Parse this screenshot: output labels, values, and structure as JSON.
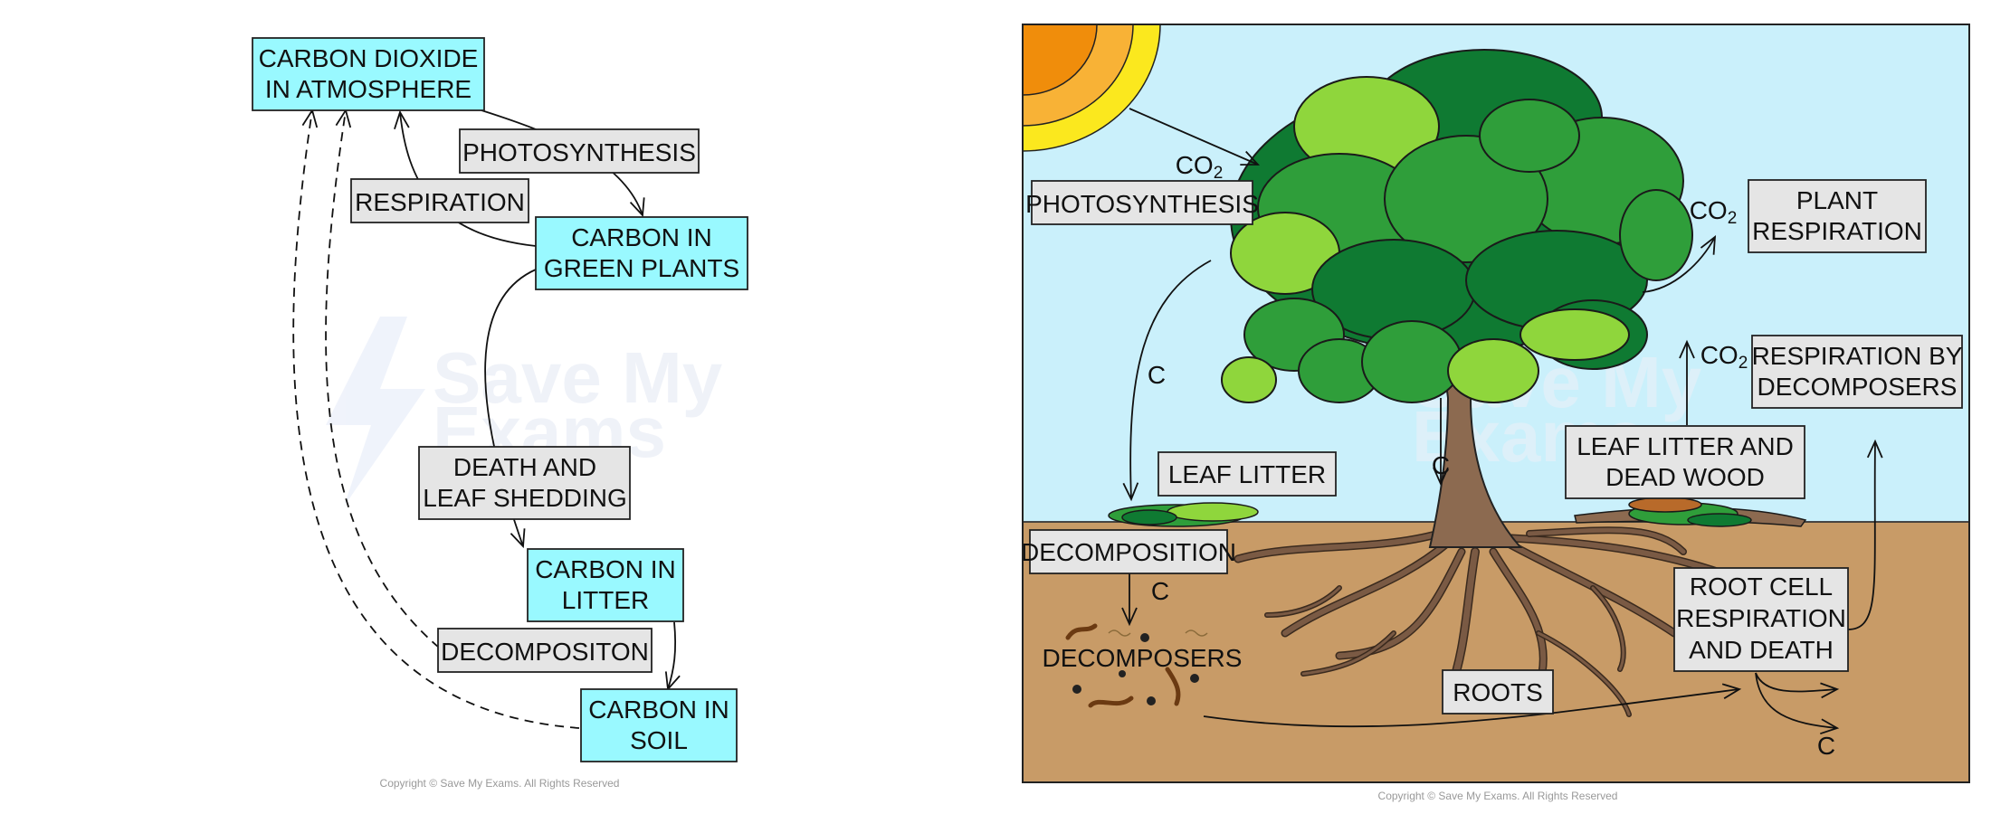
{
  "colors": {
    "carbon_box": "#99f9ff",
    "process_box": "#e5e5e5",
    "sky": "#caf0fb",
    "soil": "#c89b67",
    "sun_outer": "#fbe81e",
    "sun_mid": "#f8b236",
    "sun_inner": "#f08d0b",
    "trunk": "#8c6a50",
    "leaf_dark": "#0f7a32",
    "leaf_mid": "#2f9e3a",
    "leaf_light": "#8fd63c"
  },
  "left_diagram": {
    "co2_atmosphere": [
      "CARBON DIOXIDE",
      "IN ATMOSPHERE"
    ],
    "photosynthesis": "PHOTOSYNTHESIS",
    "respiration": "RESPIRATION",
    "green_plants": [
      "CARBON IN",
      "GREEN PLANTS"
    ],
    "death_leaf_shedding": [
      "DEATH AND",
      "LEAF SHEDDING"
    ],
    "litter": [
      "CARBON IN",
      "LITTER"
    ],
    "decomposition": "DECOMPOSITON",
    "soil": [
      "CARBON IN",
      "SOIL"
    ],
    "copyright": "Copyright © Save My Exams. All Rights Reserved"
  },
  "right_diagram": {
    "co2_main": "CO",
    "co2_sub": "2",
    "photosynthesis": "PHOTOSYNTHESIS",
    "plant_respiration": [
      "PLANT",
      "RESPIRATION"
    ],
    "respiration_decomposers": [
      "RESPIRATION BY",
      "DECOMPOSERS"
    ],
    "leaf_litter": "LEAF LITTER",
    "leaf_litter_dead_wood": [
      "LEAF LITTER AND",
      "DEAD WOOD"
    ],
    "decomposition": "DECOMPOSITION",
    "decomposers": "DECOMPOSERS",
    "roots": "ROOTS",
    "root_cell_respiration": [
      "ROOT CELL",
      "RESPIRATION",
      "AND DEATH"
    ],
    "carbon_letter": "C",
    "copyright": "Copyright © Save My Exams. All Rights Reserved"
  }
}
